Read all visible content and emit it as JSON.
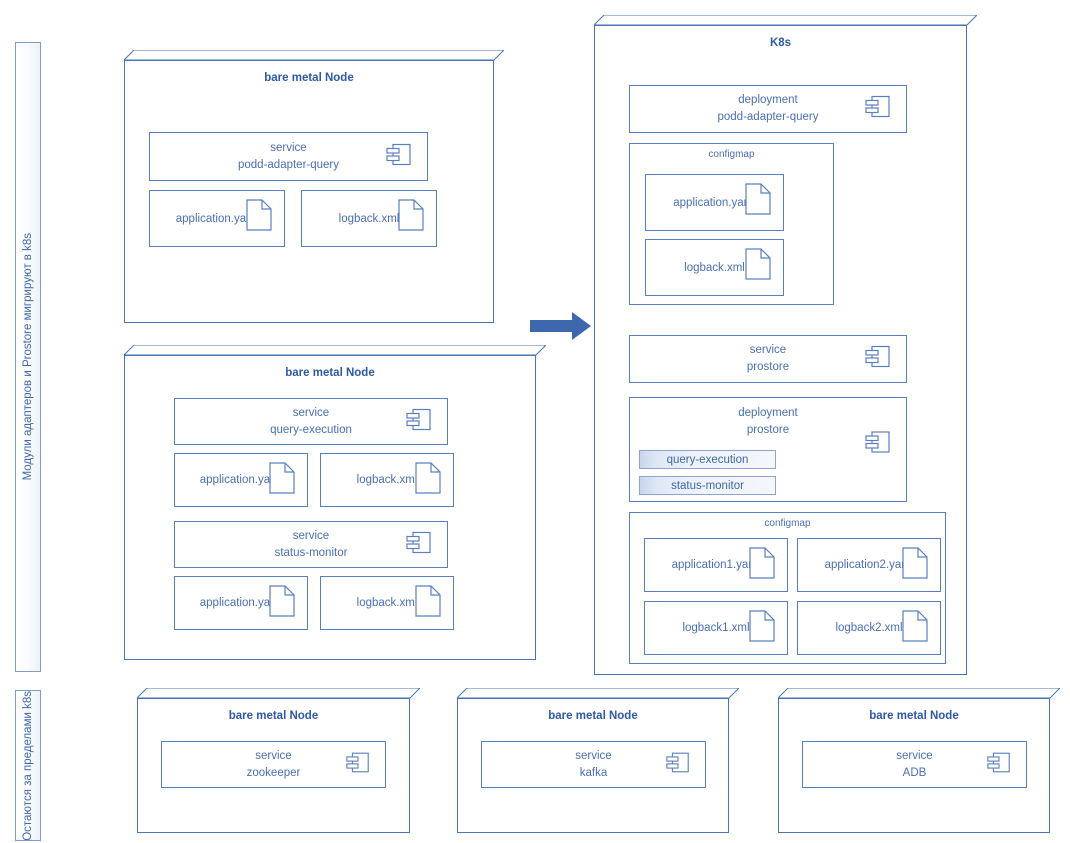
{
  "diagram": {
    "title_k8s": "K8s",
    "rails": [
      {
        "id": "rail-migrating",
        "text": "Модули адаптеров и Prostore мигрируют в k8s"
      },
      {
        "id": "rail-outside",
        "text": "Остаются за пределами k8s"
      }
    ],
    "arrow": {
      "name": "migration-arrow",
      "color": "#3e68ae"
    },
    "labels": {
      "bare_metal_node": "bare metal Node",
      "service": "service",
      "deployment": "deployment",
      "configmap": "configmap"
    },
    "left_column": {
      "node1": {
        "title": "bare metal Node",
        "service": {
          "kind": "service",
          "name": "podd-adapter-query"
        },
        "artifacts": [
          "application.yaml",
          "logback.xml"
        ]
      },
      "node2": {
        "title": "bare metal Node",
        "service1": {
          "kind": "service",
          "name": "query-execution"
        },
        "artifacts1": [
          "application.yaml",
          "logback.xml"
        ],
        "service2": {
          "kind": "service",
          "name": "status-monitor"
        },
        "artifacts2": [
          "application.yaml",
          "logback.xml"
        ]
      }
    },
    "k8s": {
      "title": "K8s",
      "deployment1": {
        "kind": "deployment",
        "name": "podd-adapter-query"
      },
      "configmap1": {
        "title": "configmap",
        "artifacts": [
          "application.yaml",
          "logback.xml"
        ]
      },
      "service1": {
        "kind": "service",
        "name": "prostore"
      },
      "deployment2": {
        "kind": "deployment",
        "name": "prostore",
        "pods": [
          "query-execution",
          "status-monitor"
        ]
      },
      "configmap2": {
        "title": "configmap",
        "artifacts": [
          "application1.yaml",
          "application2.yaml",
          "logback1.xml",
          "logback2.xml"
        ]
      }
    },
    "bottom_nodes": [
      {
        "title": "bare metal Node",
        "service": {
          "kind": "service",
          "name": "zookeeper"
        }
      },
      {
        "title": "bare metal Node",
        "service": {
          "kind": "service",
          "name": "kafka"
        }
      },
      {
        "title": "bare metal Node",
        "service": {
          "kind": "service",
          "name": "ADB"
        }
      }
    ],
    "colors": {
      "stroke": "#5a7fc0",
      "title": "#2e5aa8",
      "text": "#4a6fb5",
      "arrow": "#3e68ae",
      "chip_fill": "#dee7f4"
    }
  }
}
